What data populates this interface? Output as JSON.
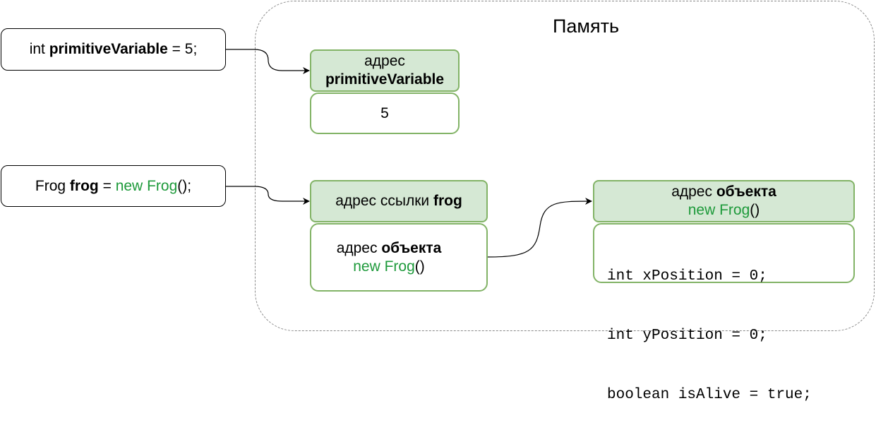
{
  "memory": {
    "title": "Память"
  },
  "code": {
    "primitive": {
      "type": "int",
      "name": "primitiveVariable",
      "assign": "= 5;"
    },
    "frog": {
      "type": "Frog",
      "name": "frog",
      "equals": "=",
      "new_kw": "new",
      "ctor": "Frog",
      "tail": "();"
    }
  },
  "primitive_cell": {
    "header_line1": "адрес",
    "header_name": "primitiveVariable",
    "value": "5"
  },
  "reference_cell": {
    "header_prefix": "адрес ссылки",
    "header_name": "frog",
    "value_prefix": "адрес",
    "value_bold": "объекта",
    "value_new": "new",
    "value_ctor": "Frog",
    "value_tail": "()"
  },
  "object_cell": {
    "header_prefix": "адрес",
    "header_bold": "объекта",
    "header_new": "new",
    "header_ctor": "Frog",
    "header_tail": "()",
    "fields": [
      "int xPosition = 0;",
      "int yPosition = 0;",
      "boolean isAlive = true;"
    ]
  },
  "colors": {
    "header_fill": "#d5e8d4",
    "border_green": "#82b366",
    "keyword_green": "#1e9a3b"
  }
}
